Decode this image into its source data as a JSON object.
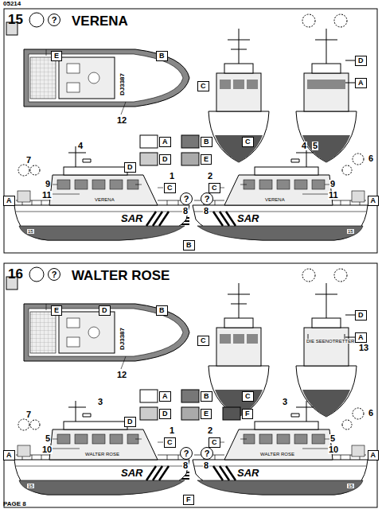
{
  "diagram": {
    "labels": [
      "05214",
      "15",
      "?",
      "VERENA",
      "E",
      "B",
      "DJ3387",
      "12",
      "C",
      "D",
      "A",
      "A",
      "B",
      "C",
      "D",
      "E",
      "?",
      "?",
      "8",
      "8",
      "7",
      "4",
      "9",
      "11",
      "A",
      "D",
      "C",
      "1",
      "VERENA",
      "SAR",
      "15",
      "B",
      "C",
      "2",
      "4",
      "5",
      "9",
      "11",
      "A",
      "6",
      "VERENA",
      "SAR",
      "15",
      "16",
      "?",
      "WALTER ROSE",
      "E",
      "D",
      "B",
      "DJ3387",
      "12",
      "C",
      "D",
      "A",
      "DIE SEENOTRETTER",
      "13",
      "A",
      "B",
      "C",
      "D",
      "E",
      "F",
      "?",
      "?",
      "8",
      "8",
      "7",
      "3",
      "5",
      "10",
      "A",
      "D",
      "C",
      "1",
      "WALTER ROSE",
      "SAR",
      "15",
      "F",
      "C",
      "2",
      "3",
      "6",
      "5",
      "10",
      "A",
      "WALTER ROSE",
      "SAR",
      "15",
      "PAGE 8"
    ]
  }
}
